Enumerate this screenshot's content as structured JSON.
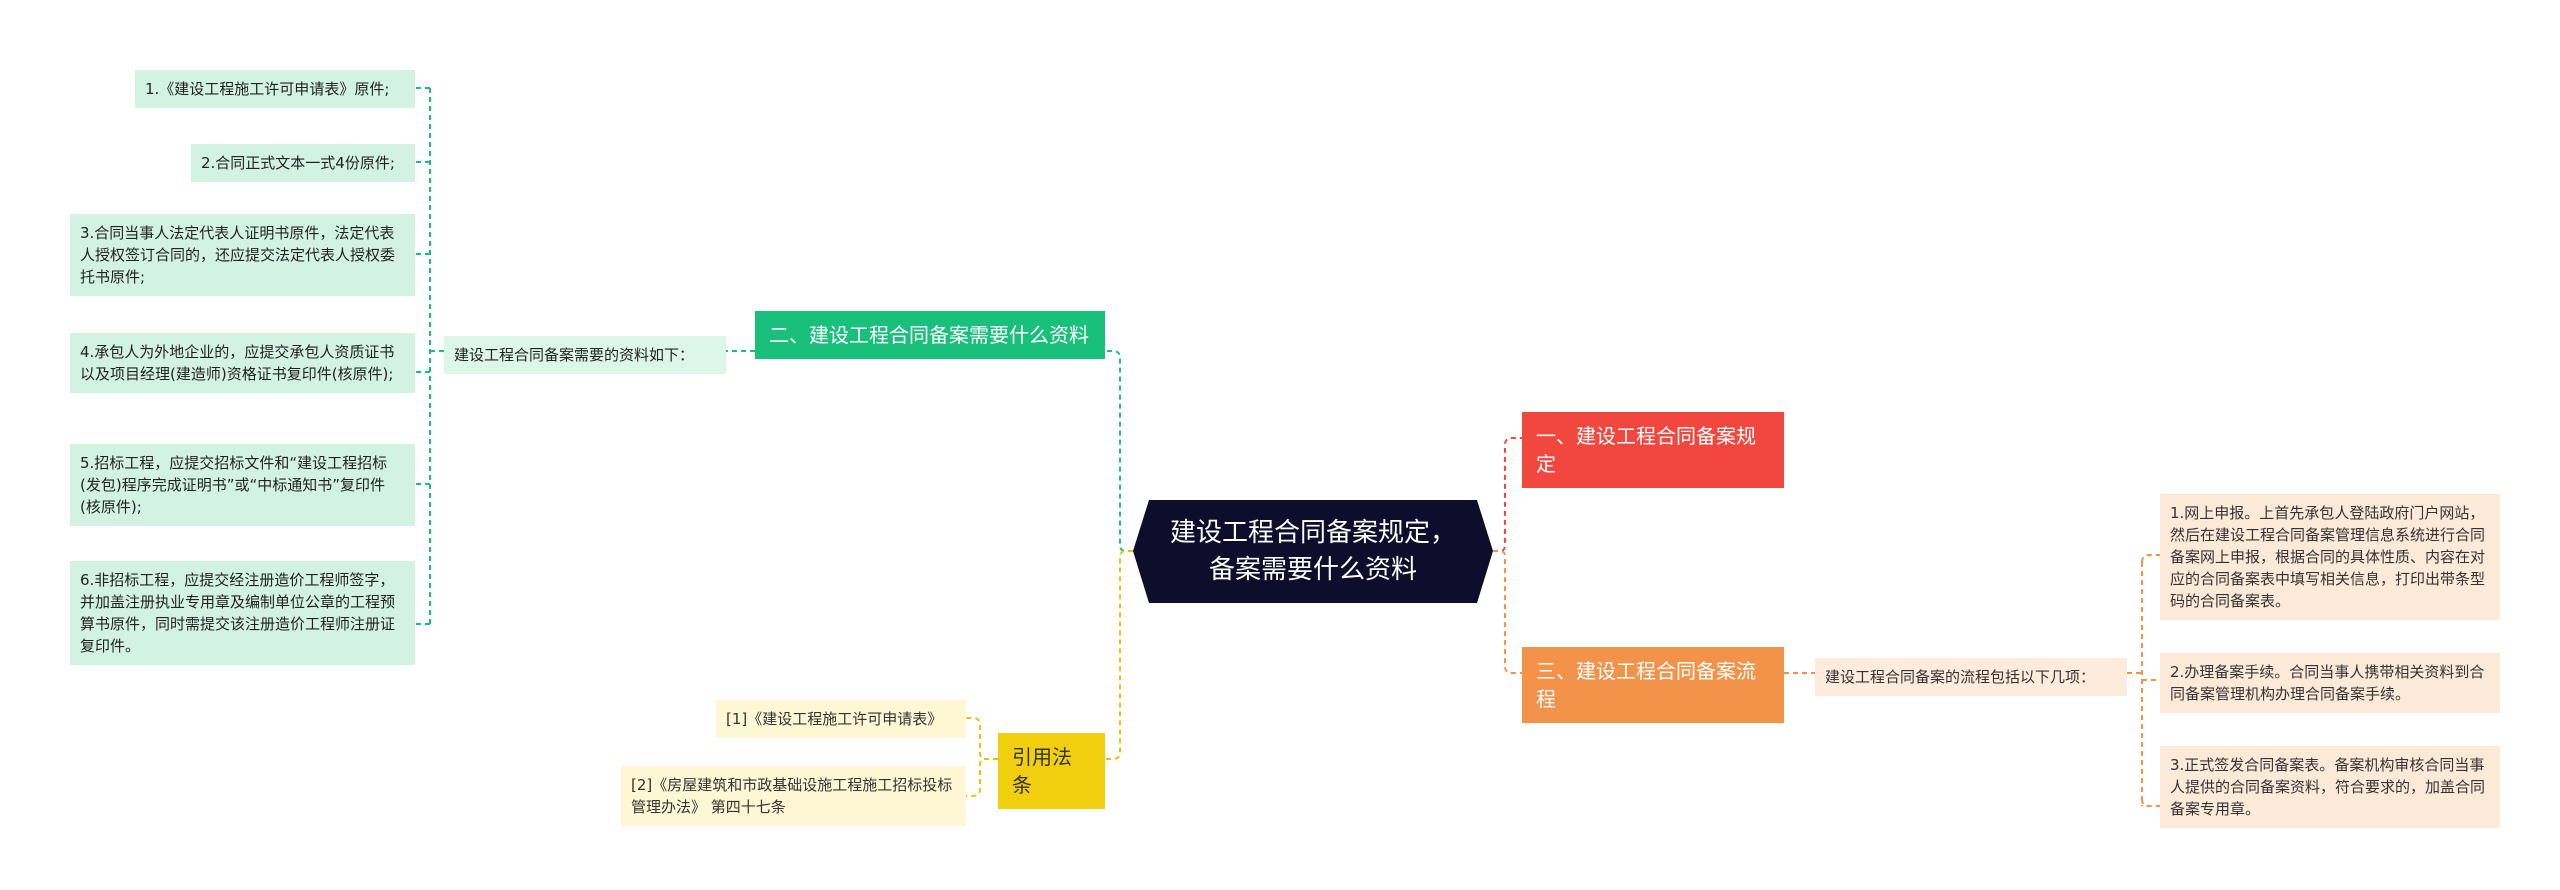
{
  "root": {
    "line1": "建设工程合同备案规定，",
    "line2": "备案需要什么资料"
  },
  "left": {
    "materials": {
      "title": "二、建设工程合同备案需要什么资料",
      "intro": "建设工程合同备案需要的资料如下：",
      "items": [
        "1.《建设工程施工许可申请表》原件;",
        "2.合同正式文本一式4份原件;",
        "3.合同当事人法定代表人证明书原件，法定代表人授权签订合同的，还应提交法定代表人授权委托书原件;",
        "4.承包人为外地企业的，应提交承包人资质证书以及项目经理(建造师)资格证书复印件(核原件);",
        "5.招标工程，应提交招标文件和“建设工程招标(发包)程序完成证明书”或“中标通知书”复印件(核原件);",
        "6.非招标工程，应提交经注册造价工程师签字，并加盖注册执业专用章及编制单位公章的工程预算书原件，同时需提交该注册造价工程师注册证复印件。"
      ]
    },
    "laws": {
      "title": "引用法条",
      "items": [
        "[1]《建设工程施工许可申请表》",
        "[2]《房屋建筑和市政基础设施工程施工招标投标管理办法》 第四十七条"
      ]
    }
  },
  "right": {
    "rules": {
      "title": "一、建设工程合同备案规定"
    },
    "process": {
      "title": "三、建设工程合同备案流程",
      "intro": "建设工程合同备案的流程包括以下几项：",
      "items": [
        "1.网上申报。上首先承包人登陆政府门户网站，然后在建设工程合同备案管理信息系统进行合同备案网上申报，根据合同的具体性质、内容在对应的合同备案表中填写相关信息，打印出带条型码的合同备案表。",
        "2.办理备案手续。合同当事人携带相关资料到合同备案管理机构办理合同备案手续。",
        "3.正式签发合同备案表。备案机构审核合同当事人提供的合同备案资料，符合要求的，加盖合同备案专用章。"
      ]
    }
  },
  "colors": {
    "root": "#0e0d2b",
    "green": "#19c07c",
    "red": "#f2473f",
    "orange": "#f3934a",
    "yellow": "#f1cf0f"
  }
}
